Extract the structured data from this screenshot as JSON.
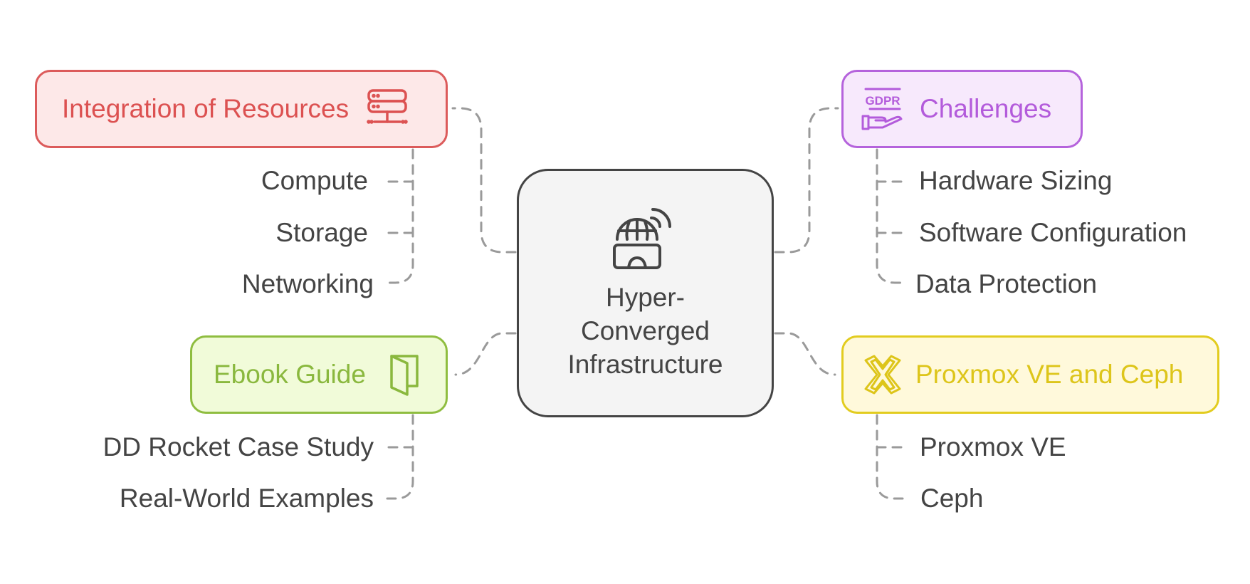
{
  "diagram": {
    "type": "mind-map",
    "center": {
      "title": "Hyper-Converged Infrastructure",
      "title_lines": [
        "Hyper-",
        "Converged",
        "Infrastructure"
      ],
      "icon": "globe-vr-headset-icon",
      "color": "#444444"
    },
    "branches": [
      {
        "id": "integration",
        "label": "Integration of Resources",
        "icon": "server-network-icon",
        "color": "#dc5151",
        "fill": "#fde8e8",
        "side": "left-top",
        "children": [
          "Compute",
          "Storage",
          "Networking"
        ]
      },
      {
        "id": "challenges",
        "label": "Challenges",
        "icon": "gdpr-hand-icon",
        "color": "#b35bdb",
        "fill": "#f7e9fc",
        "side": "right-top",
        "children": [
          "Hardware Sizing",
          "Software Configuration",
          "Data Protection"
        ]
      },
      {
        "id": "ebook",
        "label": "Ebook Guide",
        "icon": "open-book-icon",
        "color": "#8ab83e",
        "fill": "#f1fbd9",
        "side": "left-bottom",
        "children": [
          "DD Rocket Case Study",
          "Real-World Examples"
        ]
      },
      {
        "id": "proxmox",
        "label": "Proxmox VE and Ceph",
        "icon": "proxmox-x-icon",
        "color": "#ddc51a",
        "fill": "#fff9db",
        "side": "right-bottom",
        "children": [
          "Proxmox VE",
          "Ceph"
        ]
      }
    ],
    "connector_color": "#9a9a9a"
  }
}
